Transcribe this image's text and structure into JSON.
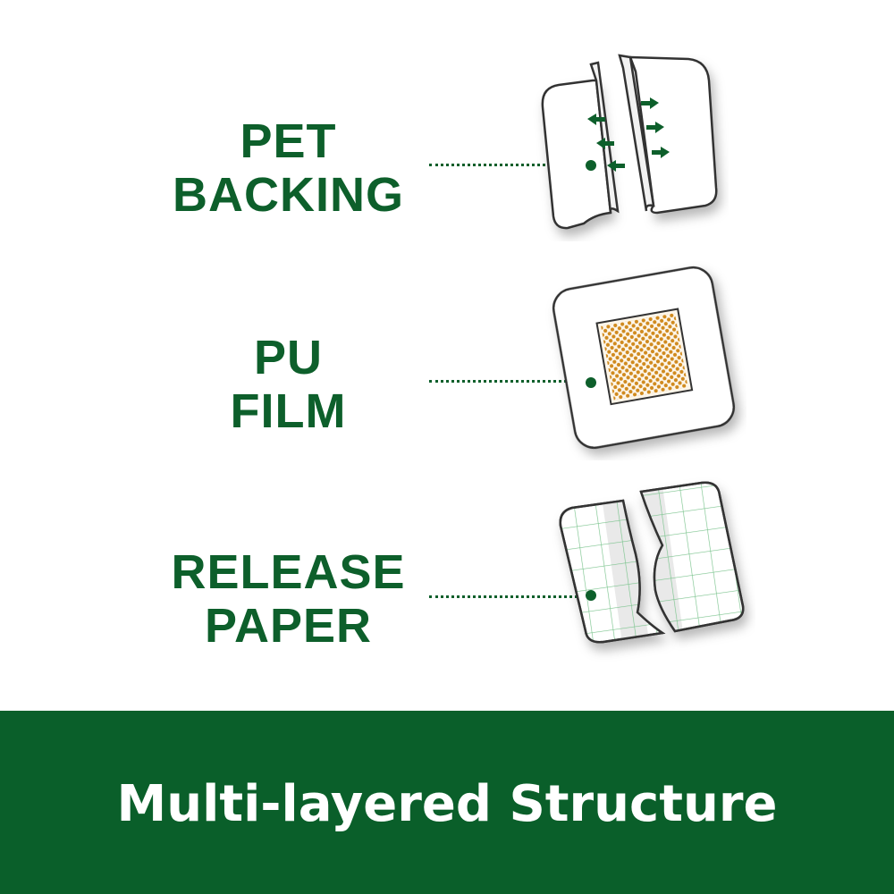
{
  "layers": [
    {
      "lines": [
        "PET",
        "BACKING"
      ],
      "icon": "peeling-backing-icon"
    },
    {
      "lines": [
        "PU",
        "FILM"
      ],
      "icon": "dotted-pad-film-icon"
    },
    {
      "lines": [
        "RELEASE",
        "PAPER"
      ],
      "icon": "grid-release-paper-icon"
    }
  ],
  "banner": {
    "text": "Multi-layered Structure"
  },
  "colors": {
    "brand_green": "#0a5f2a",
    "pad_orange": "#d08a1e",
    "grid_green": "#7cc48e"
  }
}
